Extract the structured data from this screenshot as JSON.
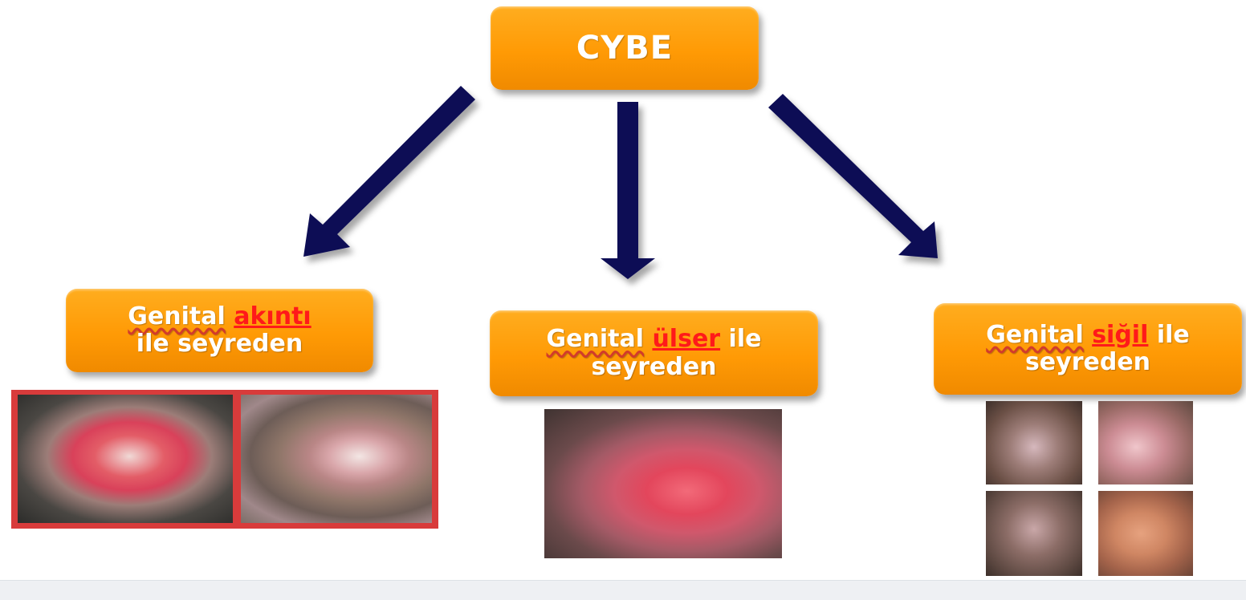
{
  "title": "CYBE",
  "categories": [
    {
      "line1_prefix": "Genital",
      "line1_highlight": "akıntı",
      "line1_suffix": "",
      "line2": "ile seyreden",
      "image_count": 2
    },
    {
      "line1_prefix": "Genital",
      "line1_highlight": "ülser",
      "line1_suffix": "ile",
      "line2": "seyreden",
      "image_count": 1
    },
    {
      "line1_prefix": "Genital",
      "line1_highlight": "siğil",
      "line1_suffix": "ile",
      "line2": "seyreden",
      "image_count": 4
    }
  ],
  "colors": {
    "box_orange": "#ff9e0a",
    "box_text": "#ffffff",
    "highlight_red": "#ff1a1a",
    "arrow_navy": "#0b0b55",
    "photo_frame_red": "#d83b3b"
  }
}
